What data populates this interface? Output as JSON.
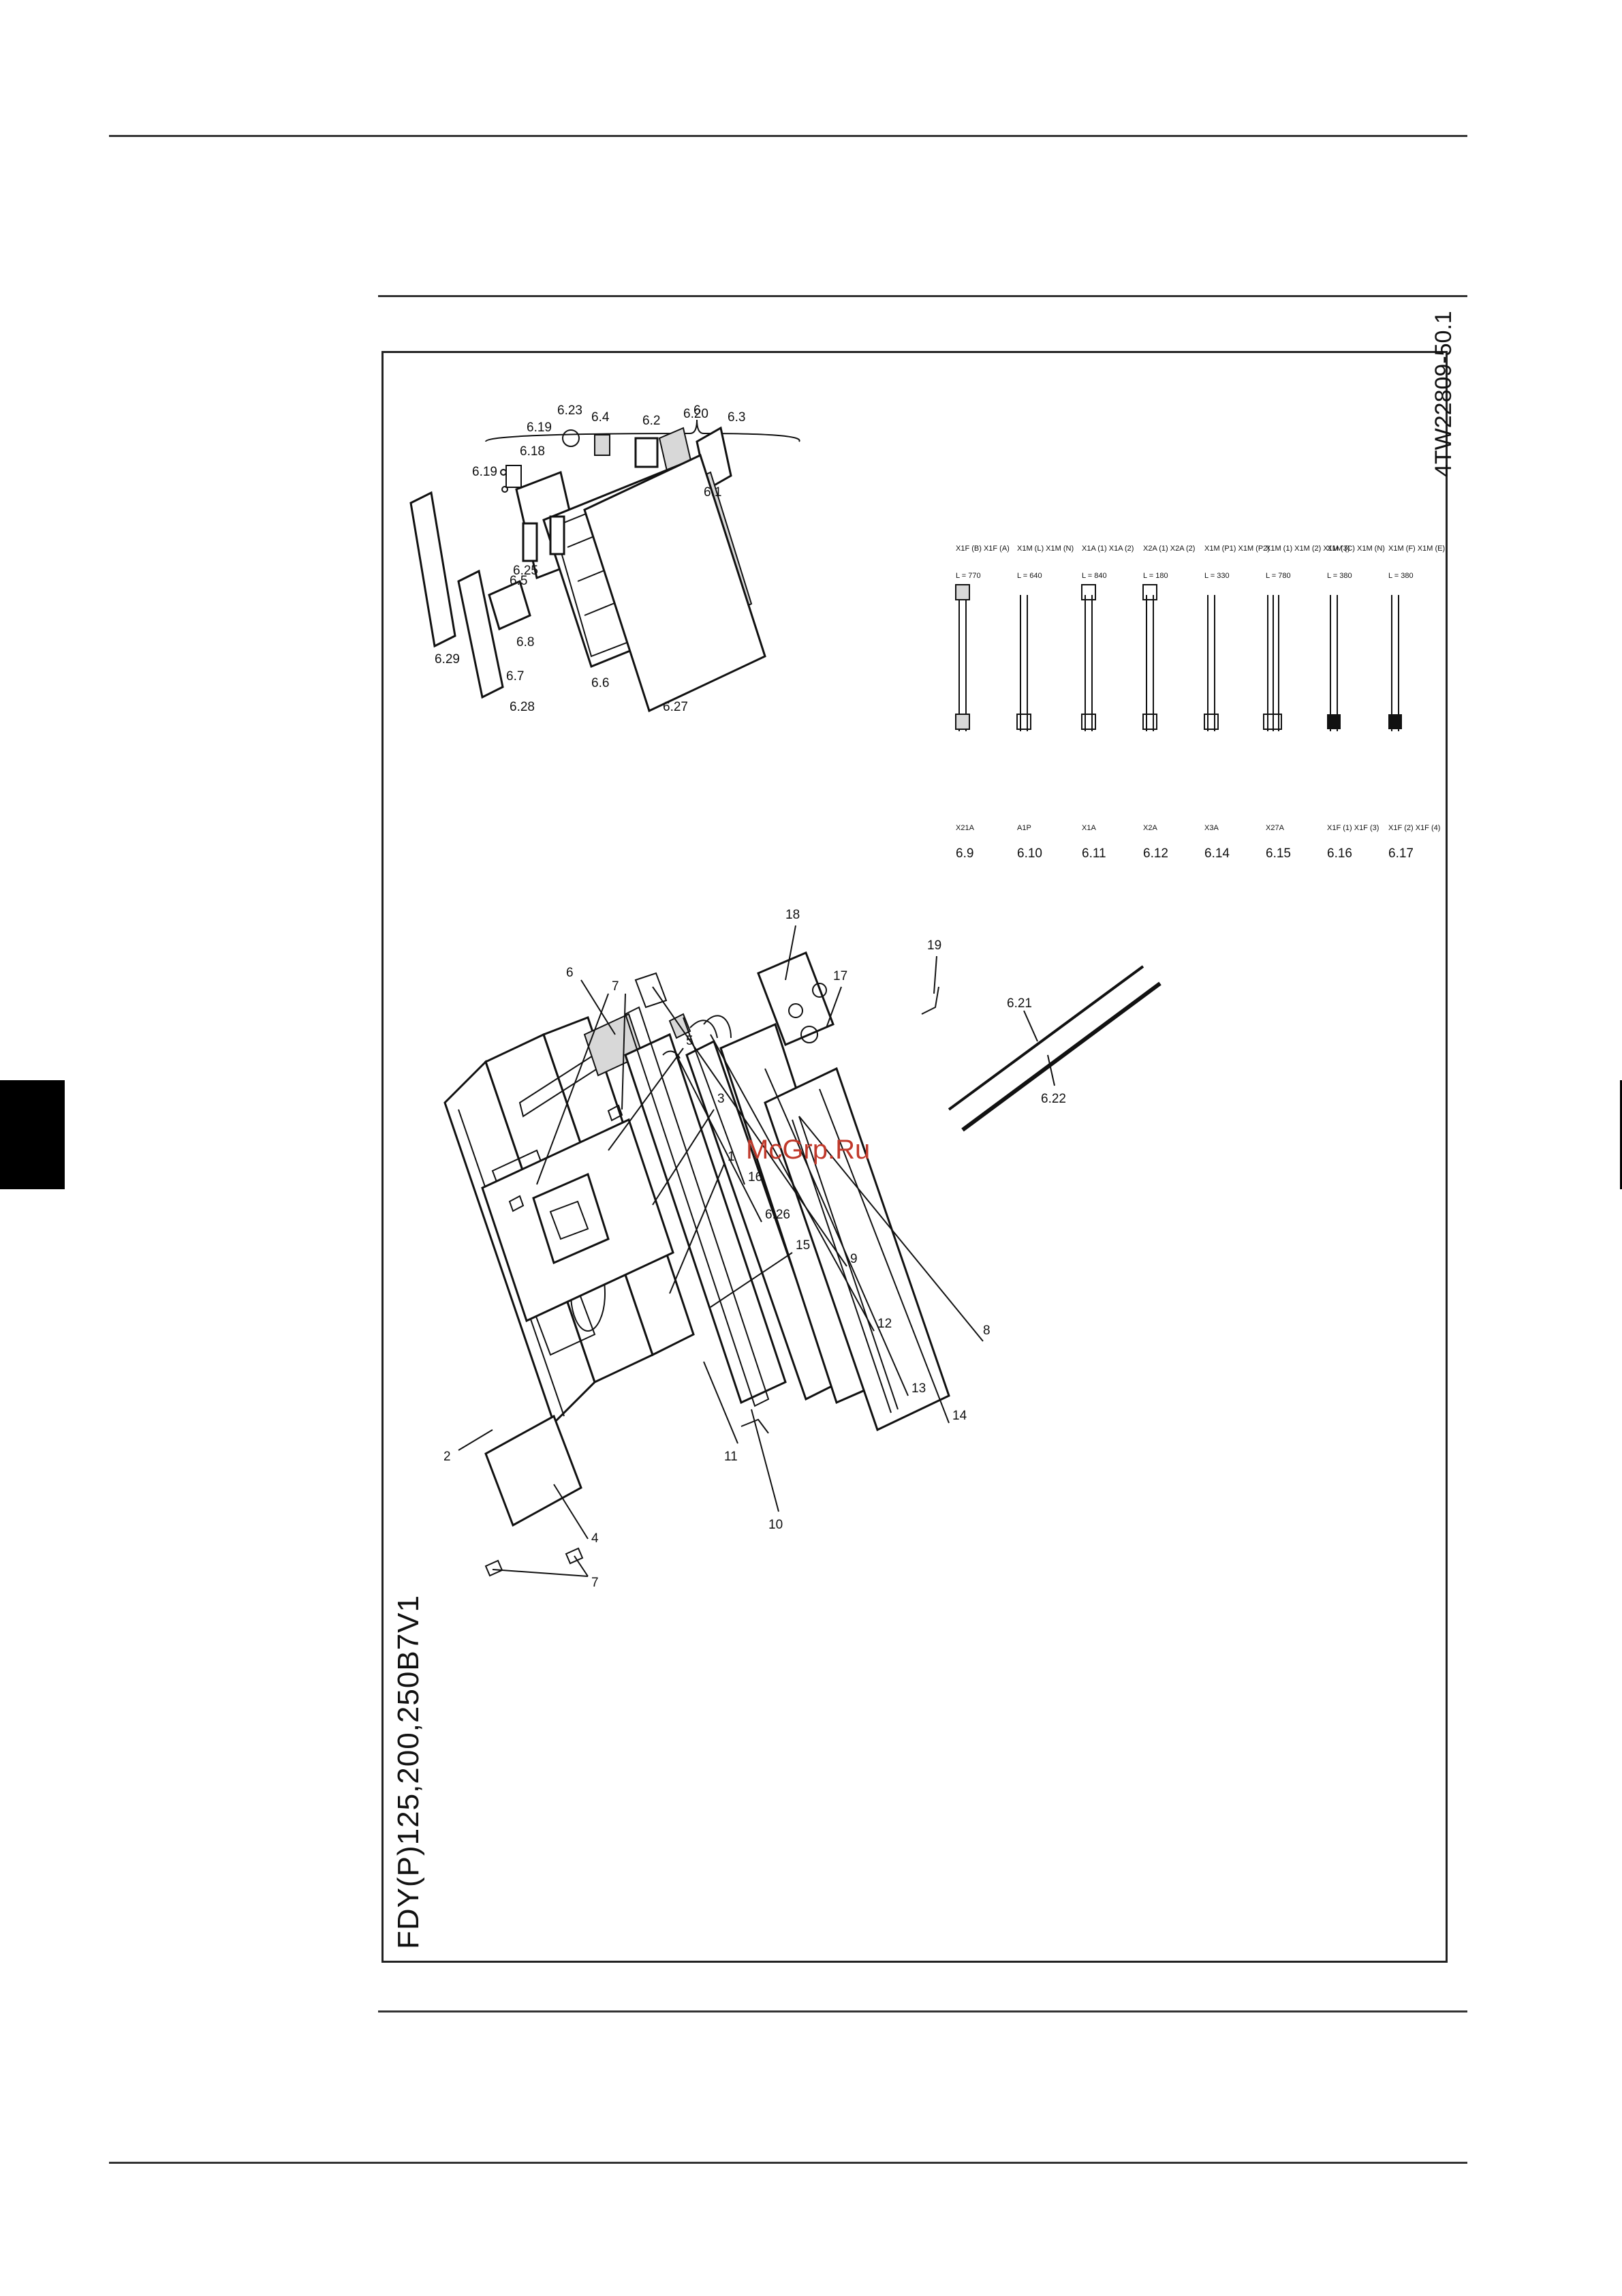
{
  "page": {
    "model_title": "FDY(P)125,200,250B7V1",
    "drawing_ref": "4TW22809-50.1",
    "watermark": "McGrp.Ru"
  },
  "callouts": {
    "c1": "1",
    "c2": "2",
    "c3": "3",
    "c4": "4",
    "c5": "5",
    "c6": "6",
    "c7a": "7",
    "c7b": "7",
    "c8": "8",
    "c9": "9",
    "c10": "10",
    "c11": "11",
    "c12": "12",
    "c13": "13",
    "c14": "14",
    "c15": "15",
    "c16": "16",
    "c17": "17",
    "c18": "18",
    "c19": "19",
    "c626": "6.26"
  },
  "electrical_box": {
    "group_label": "6",
    "labels": [
      "6.1",
      "6.2",
      "6.3",
      "6.4",
      "6.5",
      "6.6",
      "6.7",
      "6.8",
      "6.18",
      "6.19",
      "6.19",
      "6.20",
      "6.23",
      "6.25",
      "6.27",
      "6.28",
      "6.29",
      "6.21",
      "6.22"
    ]
  },
  "harnesses": [
    {
      "ref": "6.9",
      "connector": "X21A",
      "length": "L = 770",
      "ends": "X1F (B) X1F (A)"
    },
    {
      "ref": "6.10",
      "connector": "A1P",
      "length": "L = 640",
      "ends": "X1M (L) X1M (N)"
    },
    {
      "ref": "6.11",
      "connector": "X1A",
      "length": "L = 840",
      "ends": "X1A (1) X1A (2)"
    },
    {
      "ref": "6.12",
      "connector": "X2A",
      "length": "L = 180",
      "ends": "X2A (1) X2A (2)"
    },
    {
      "ref": "6.14",
      "connector": "X3A",
      "length": "L = 330",
      "ends": "X1M (P1) X1M (P2)"
    },
    {
      "ref": "6.15",
      "connector": "X27A",
      "length": "L = 780",
      "ends": "X1M (1) X1M (2) X1M (3)"
    },
    {
      "ref": "6.16",
      "connector": "X1F (1) X1F (3)",
      "length": "L = 380",
      "ends": "X1M (C) X1M (N)"
    },
    {
      "ref": "6.17",
      "connector": "X1F (2) X1F (4)",
      "length": "L = 380",
      "ends": "X1M (F) X1M (E)"
    }
  ]
}
